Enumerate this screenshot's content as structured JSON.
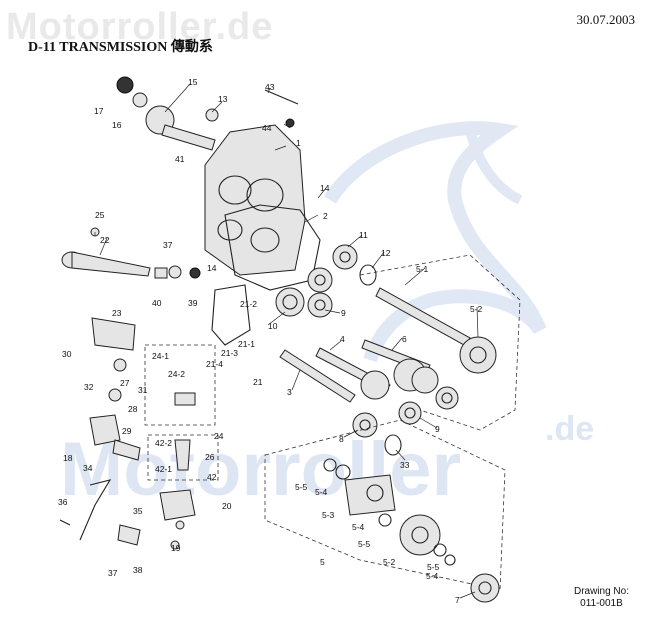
{
  "header": {
    "date": "30.07.2003",
    "title": "D-11 TRANSMISSION 傳動系",
    "watermark_top": "Motorroller.de"
  },
  "watermark": {
    "brand": "Motorroller",
    "suffix": ".de",
    "color": "#c9d6ec"
  },
  "footer": {
    "drawing_label": "Drawing No:",
    "drawing_number": "011-001B"
  },
  "callouts": {
    "c1": "1",
    "c2": "2",
    "c3": "3",
    "c4": "4",
    "c5": "5",
    "c5_1": "5-1",
    "c5_2a": "5-2",
    "c5_2b": "5-2",
    "c5_3": "5-3",
    "c5_4a": "5-4",
    "c5_4b": "5-4",
    "c5_4c": "5-4",
    "c5_5a": "5-5",
    "c5_5b": "5-5",
    "c5_5c": "5-5",
    "c6": "6",
    "c7": "7",
    "c8": "8",
    "c9a": "9",
    "c9b": "9",
    "c10": "10",
    "c11": "11",
    "c12": "12",
    "c13": "13",
    "c14a": "14",
    "c14b": "14",
    "c15": "15",
    "c16": "16",
    "c17": "17",
    "c18": "18",
    "c19": "19",
    "c20": "20",
    "c21": "21",
    "c21_1": "21-1",
    "c21_2": "21-2",
    "c21_3": "21-3",
    "c21_4": "21-4",
    "c22": "22",
    "c23": "23",
    "c24": "24",
    "c24_1": "24-1",
    "c24_2": "24-2",
    "c25": "25",
    "c26": "26",
    "c27": "27",
    "c28": "28",
    "c29": "29",
    "c30": "30",
    "c31": "31",
    "c32": "32",
    "c33": "33",
    "c34": "34",
    "c35": "35",
    "c36": "36",
    "c37a": "37",
    "c37b": "37",
    "c38": "38",
    "c39": "39",
    "c40": "40",
    "c41": "41",
    "c42": "42",
    "c42_1": "42-1",
    "c42_2": "42-2",
    "c43": "43",
    "c44": "44"
  }
}
